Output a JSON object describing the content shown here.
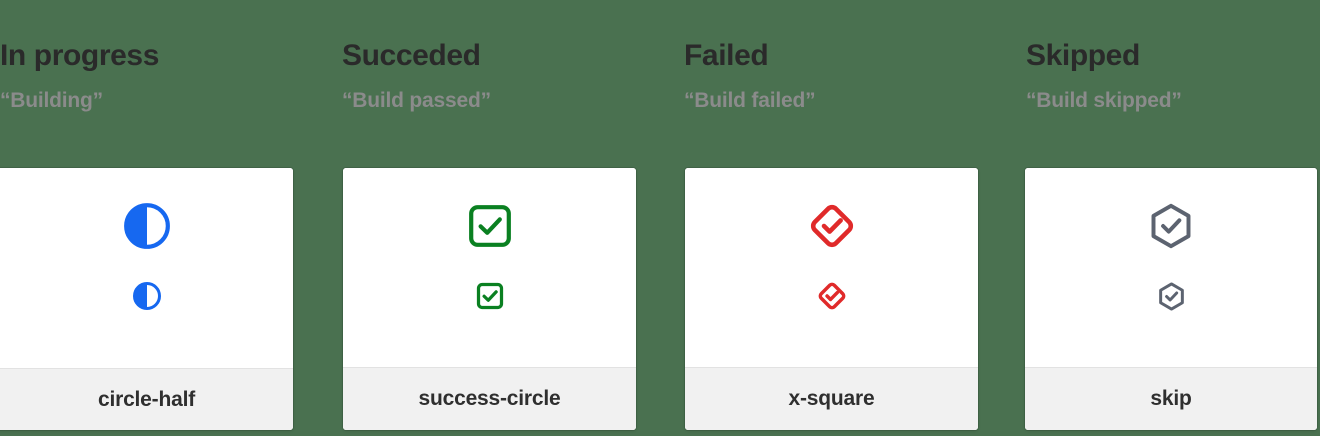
{
  "page": {
    "background_color": "#4a7150",
    "card_background": "#ffffff",
    "footer_background": "#f1f1f1"
  },
  "columns": [
    {
      "title": "In progress",
      "subtitle": "“Building”",
      "icon_name": "circle-half",
      "icon_label": "circle-half",
      "icon_color": "#1668f0",
      "sizes": [
        "large",
        "small"
      ]
    },
    {
      "title": "Succeded",
      "subtitle": "“Build passed”",
      "icon_name": "success-circle",
      "icon_label": "success-circle",
      "icon_color": "#0a8021",
      "sizes": [
        "large",
        "small"
      ]
    },
    {
      "title": "Failed",
      "subtitle": "“Build failed”",
      "icon_name": "x-square",
      "icon_label": "x-square",
      "icon_color": "#e02a2a",
      "sizes": [
        "large",
        "small"
      ]
    },
    {
      "title": "Skipped",
      "subtitle": "“Build skipped”",
      "icon_name": "skip",
      "icon_label": "skip",
      "icon_color": "#5c6370",
      "sizes": [
        "large",
        "small"
      ]
    }
  ]
}
